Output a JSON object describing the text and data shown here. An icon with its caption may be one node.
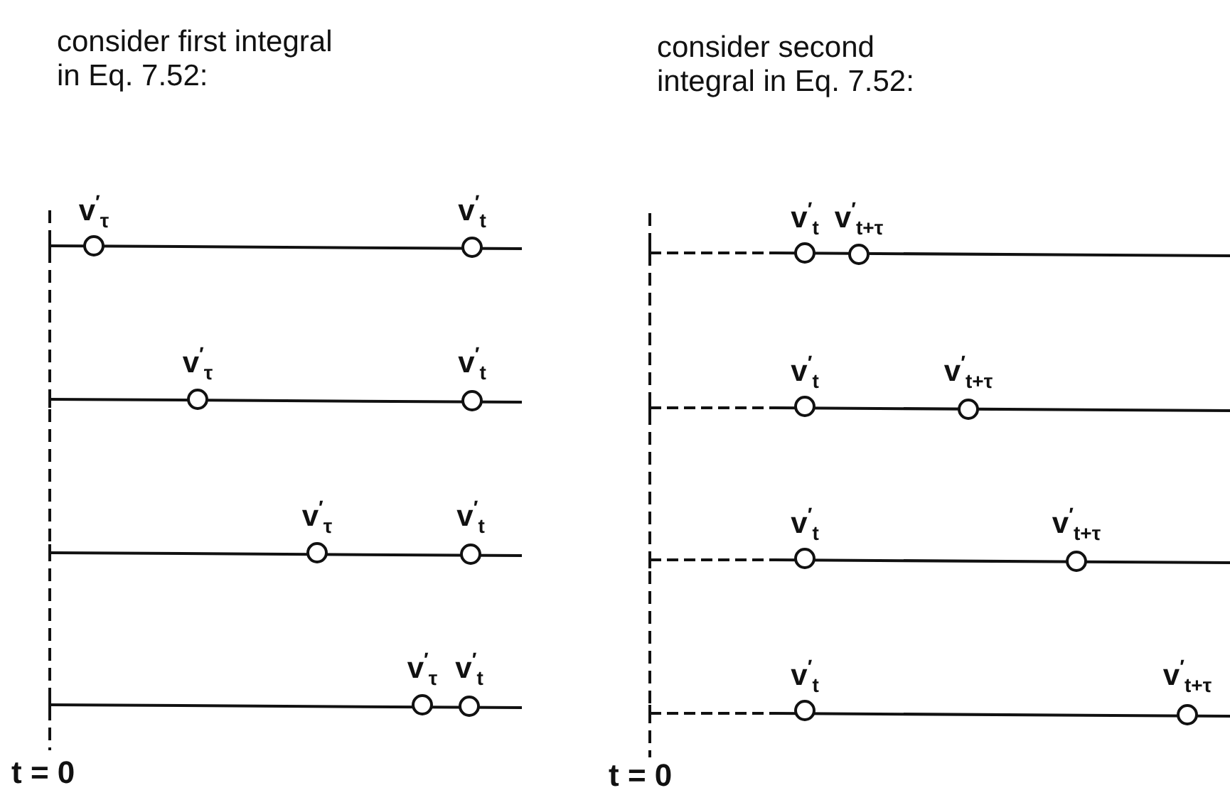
{
  "diagram": {
    "labels": [
      "consider first integral in Eq. 7.52:",
      "consider second integral in Eq. 7.52:",
      "v$^{′}$$_{τ}$",
      "v$^{′}$$_{t}$",
      "v$^{′}$$_{τ}$",
      "v$^{′}$$_{t}$",
      "v$^{′}$$_{τ}$",
      "v$^{′}$$_{t}$",
      "v$^{′}$$_{τ}$",
      "v$^{′}$$_{t}$",
      "t = 0",
      "v$^{′}$$_{t}$",
      "v$^{′}$$_{t+τ}$",
      "v$^{′}$$_{t}$",
      "v$^{′}$$_{t+τ}$",
      "v$^{′}$$_{t}$",
      "v$^{′}$$_{t+τ}$",
      "v$^{′}$$_{t}$",
      "v$^{′}$$_{t+τ}$",
      "t = 0"
    ]
  }
}
